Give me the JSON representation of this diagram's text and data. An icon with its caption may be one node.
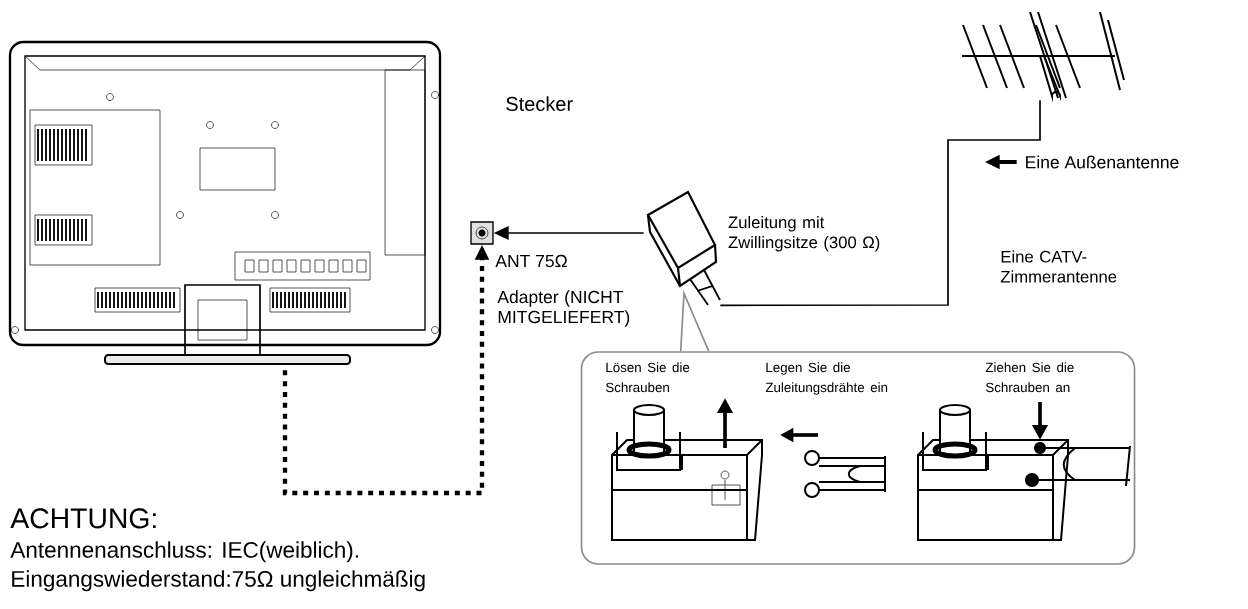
{
  "diagram": {
    "nodes": [
      {
        "text": [],
        "shape": "picture"
      },
      {
        "text": [],
        "shape": "box",
        "beside": [
          "ANT 75Ω"
        ]
      },
      {
        "text": [],
        "shape": "picture"
      },
      {
        "text": [],
        "shape": "picture"
      },
      {
        "text": [
          "Lösen Sie die Schrauben",
          "Legen Sie die Zuleitungsdrähte ein",
          "Ziehen Sie die Schrauben an"
        ]
      },
      {
        "text": [
          "Eine Außenantenne"
        ]
      }
    ],
    "edges": [
      {
        "from": 2,
        "to": 1,
        "arrow": "to"
      },
      {
        "from": 3,
        "to": 2,
        "arrow": "none",
        "label": "Zuleitung mit Zwillingsitze (300 Ω)"
      },
      {
        "from": 0,
        "to": 1,
        "arrow": "to",
        "style": "dashed"
      },
      {
        "from": 2,
        "to": 4,
        "arrow": "none",
        "color": "#8c8c8c"
      },
      {
        "from": 5,
        "to": null,
        "arrow": "to",
        "style": "thick"
      }
    ],
    "labels": [
      "Stecker",
      "Adapter (NICHT MITGELIEFERT)",
      "Eine CATV-Zimmerantenne",
      "ACHTUNG:",
      "Antennenanschluss: IEC(weiblich).",
      "Eingangswiederstand:75Ω ungleichmäßig"
    ]
  }
}
